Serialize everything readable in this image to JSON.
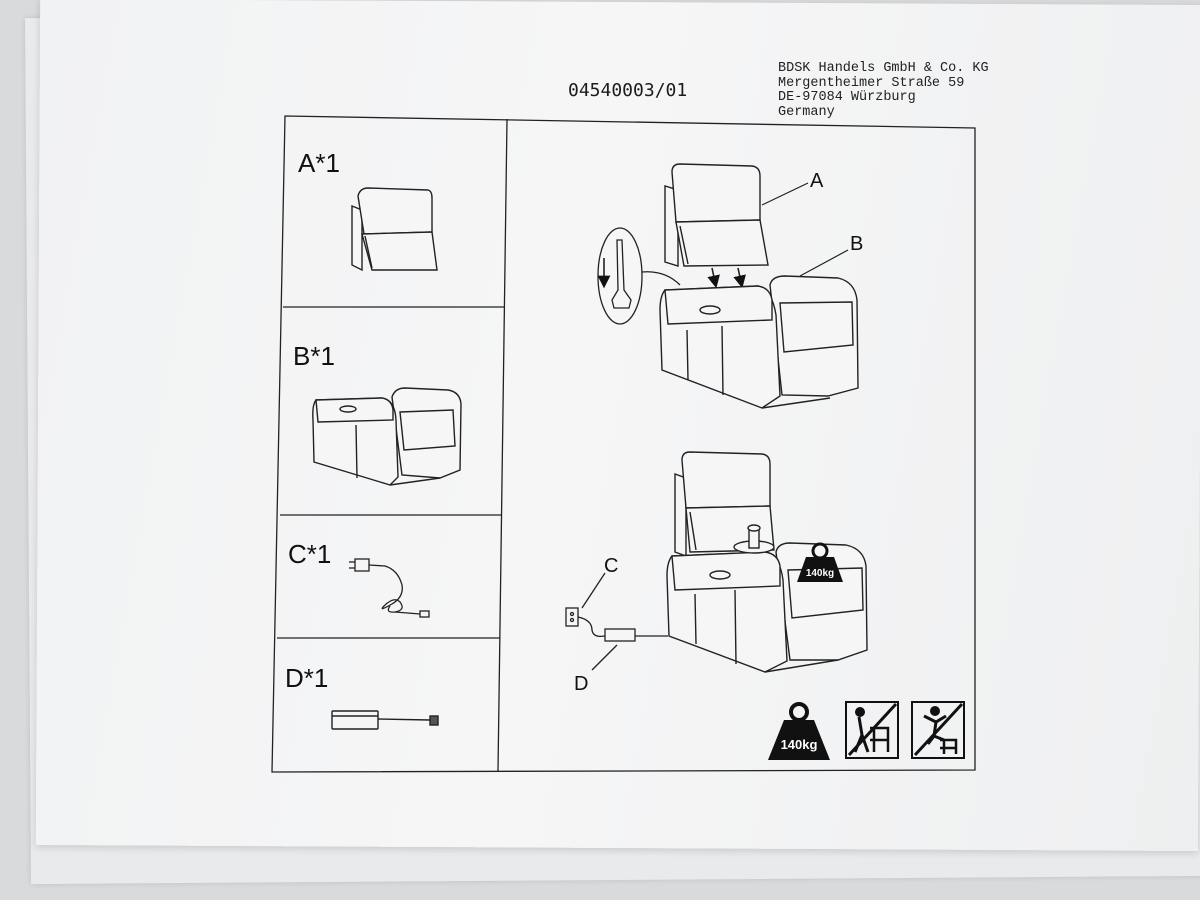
{
  "document": {
    "number": "04540003/01",
    "address_lines": [
      "BDSK Handels GmbH & Co. KG",
      "Mergentheimer Straße 59",
      "DE-97084 Würzburg",
      "Germany"
    ]
  },
  "parts": [
    {
      "label": "A*1",
      "icon": "backrest-icon"
    },
    {
      "label": "B*1",
      "icon": "armchair-base-icon"
    },
    {
      "label": "C*1",
      "icon": "power-cable-icon"
    },
    {
      "label": "D*1",
      "icon": "power-adapter-icon"
    }
  ],
  "assembly": {
    "callouts": {
      "a": "A",
      "b": "B",
      "c": "C",
      "d": "D"
    },
    "chair_weight": "140kg"
  },
  "warnings": {
    "weight_limit": "140kg",
    "icons": [
      "weight-limit-icon",
      "no-standing-on-chair-icon",
      "no-jumping-on-chair-icon"
    ]
  }
}
